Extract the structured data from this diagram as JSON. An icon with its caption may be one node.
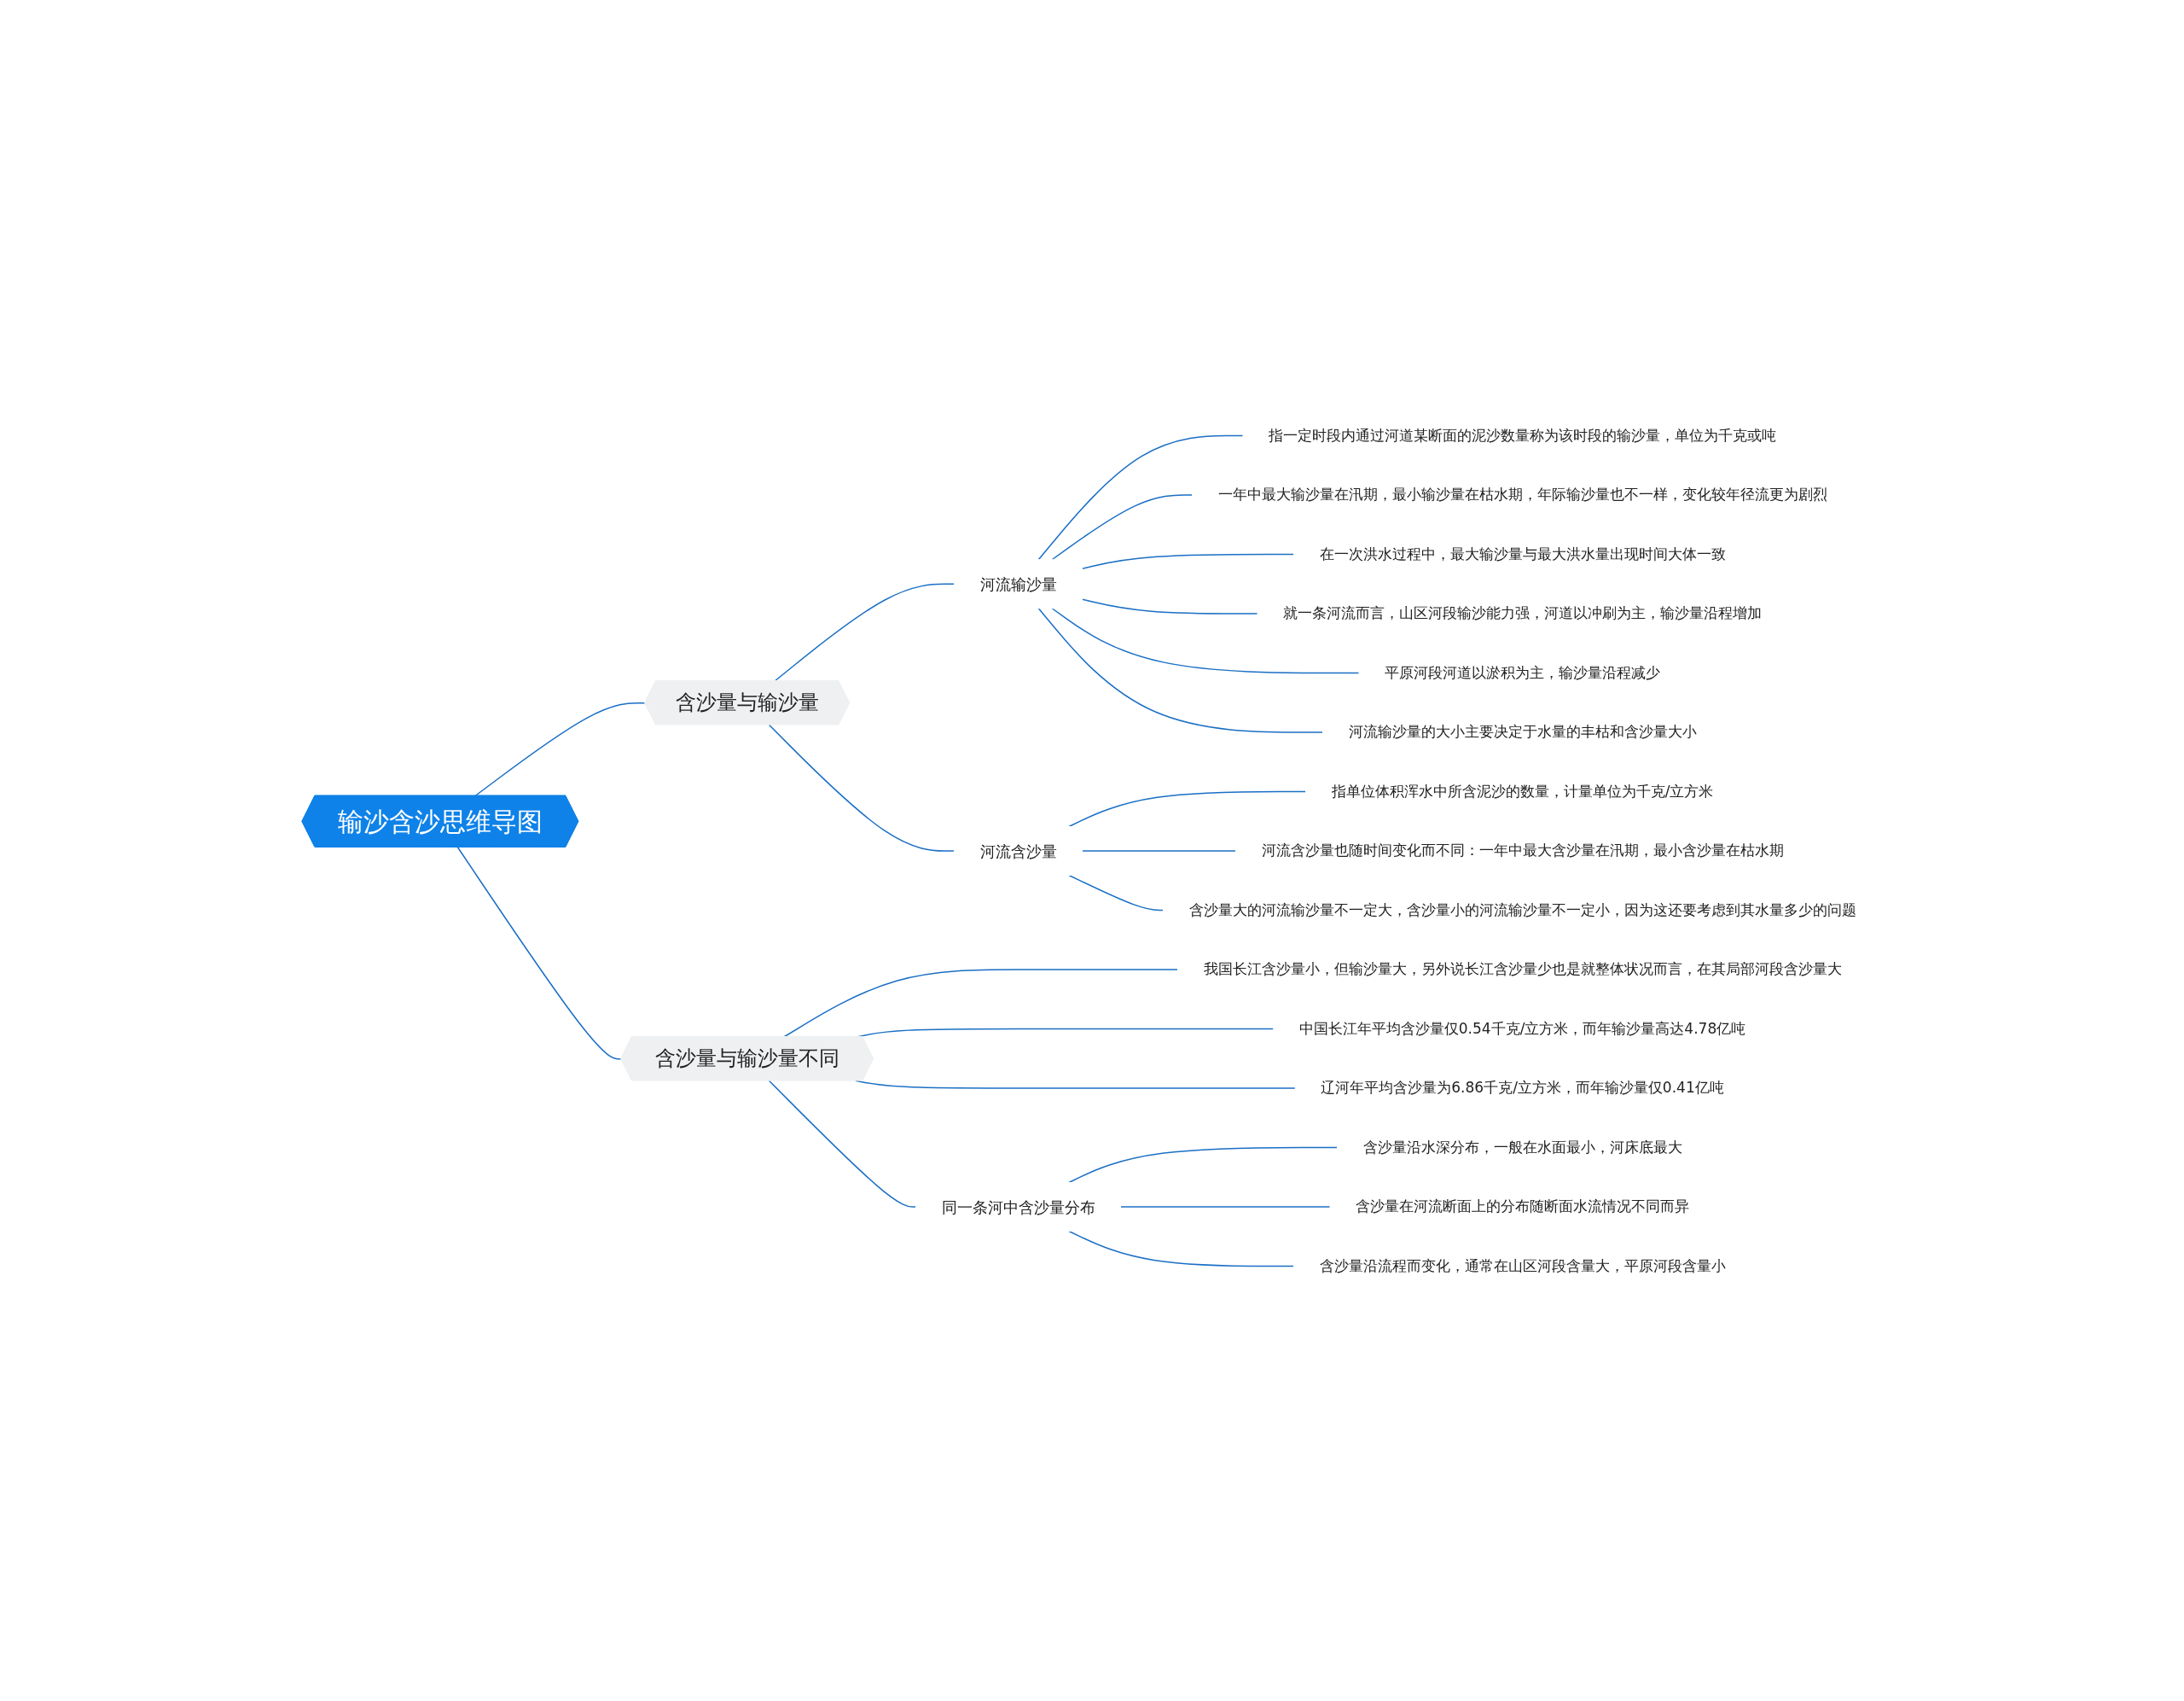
{
  "diagram": {
    "nodes": [
      {
        "text": [
          "输沙含沙思维导图"
        ]
      },
      {
        "text": [
          "含沙量与输沙量"
        ]
      },
      {
        "text": [
          "河流输沙量"
        ]
      },
      {
        "text": [
          "指一定时段内通过河道某断面的泥沙数量称为该时段的输沙量，单位为千克或吨"
        ]
      },
      {
        "text": [
          "一年中最大输沙量在汛期，最小输沙量在枯水期，年际输沙量也不一样，变化较年径流更为剧烈"
        ]
      },
      {
        "text": [
          "在一次洪水过程中，最大输沙量与最大洪水量出现时间大体一致"
        ]
      },
      {
        "text": [
          "就一条河流而言，山区河段输沙能力强，河道以冲刷为主，输沙量沿程增加"
        ]
      },
      {
        "text": [
          "平原河段河道以淤积为主，输沙量沿程减少"
        ]
      },
      {
        "text": [
          "河流输沙量的大小主要决定于水量的丰枯和含沙量大小"
        ]
      },
      {
        "text": [
          "河流含沙量"
        ]
      },
      {
        "text": [
          "指单位体积浑水中所含泥沙的数量，计量单位为千克/立方米"
        ]
      },
      {
        "text": [
          "河流含沙量也随时间变化而不同：一年中最大含沙量在汛期，最小含沙量在枯水期"
        ]
      },
      {
        "text": [
          "含沙量大的河流输沙量不一定大，含沙量小的河流输沙量不一定小，因为这还要考虑到其水量多少的问题"
        ]
      },
      {
        "text": [
          "含沙量与输沙量不同"
        ]
      },
      {
        "text": [
          "我国长江含沙量小，但输沙量大，另外说长江含沙量少也是就整体状况而言，在其局部河段含沙量大"
        ]
      },
      {
        "text": [
          "中国长江年平均含沙量仅0.54千克/立方米，而年输沙量高达4.78亿吨"
        ]
      },
      {
        "text": [
          "辽河年平均含沙量为6.86千克/立方米，而年输沙量仅0.41亿吨"
        ]
      },
      {
        "text": [
          "同一条河中含沙量分布"
        ]
      },
      {
        "text": [
          "含沙量沿水深分布，一般在水面最小，河床底最大"
        ]
      },
      {
        "text": [
          "含沙量在河流断面上的分布随断面水流情况不同而异"
        ]
      },
      {
        "text": [
          "含沙量沿流程而变化，通常在山区河段含量大，平原河段含量小"
        ]
      }
    ],
    "edges": [
      {
        "from": 0,
        "to": 1,
        "arrow": "none"
      },
      {
        "from": 1,
        "to": 2,
        "arrow": "none"
      },
      {
        "from": 2,
        "to": 3,
        "arrow": "none"
      },
      {
        "from": 2,
        "to": 4,
        "arrow": "none"
      },
      {
        "from": 2,
        "to": 5,
        "arrow": "none"
      },
      {
        "from": 2,
        "to": 6,
        "arrow": "none"
      },
      {
        "from": 2,
        "to": 7,
        "arrow": "none"
      },
      {
        "from": 2,
        "to": 8,
        "arrow": "none"
      },
      {
        "from": 1,
        "to": 9,
        "arrow": "none"
      },
      {
        "from": 9,
        "to": 10,
        "arrow": "none"
      },
      {
        "from": 9,
        "to": 11,
        "arrow": "none"
      },
      {
        "from": 9,
        "to": 12,
        "arrow": "none"
      },
      {
        "from": 0,
        "to": 13,
        "arrow": "none"
      },
      {
        "from": 13,
        "to": 14,
        "arrow": "none"
      },
      {
        "from": 13,
        "to": 15,
        "arrow": "none"
      },
      {
        "from": 13,
        "to": 16,
        "arrow": "none"
      },
      {
        "from": 13,
        "to": 17,
        "arrow": "none"
      },
      {
        "from": 17,
        "to": 18,
        "arrow": "none"
      },
      {
        "from": 17,
        "to": 19,
        "arrow": "none"
      },
      {
        "from": 17,
        "to": 20,
        "arrow": "none"
      }
    ]
  }
}
